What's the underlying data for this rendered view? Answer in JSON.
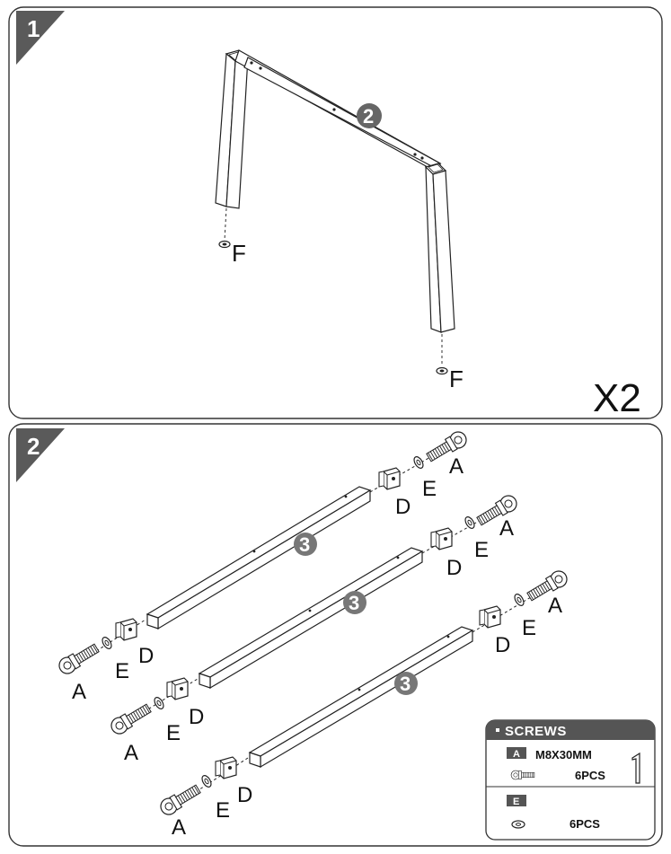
{
  "step1": {
    "number": "1",
    "multiplier": "X2",
    "part_number": "2",
    "foot_label": "F"
  },
  "step2": {
    "number": "2",
    "part_number": "3",
    "labels": {
      "screw": "A",
      "bracket": "D",
      "washer": "E"
    }
  },
  "screws": {
    "title": "SCREWS",
    "items": [
      {
        "tag": "A",
        "spec": "M8X30MM",
        "count": "6PCS",
        "icon": "bolt-icon"
      },
      {
        "tag": "E",
        "spec": "",
        "count": "6PCS",
        "icon": "washer-icon"
      }
    ],
    "tool_icon": "allen-key-icon"
  }
}
